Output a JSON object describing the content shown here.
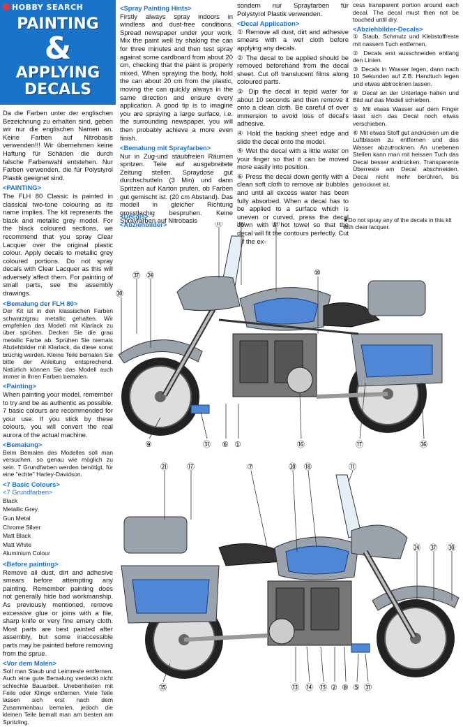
{
  "brand": {
    "name": "HOBBY SEARCH"
  },
  "title": {
    "line1": "PAINTING",
    "line2": "&",
    "line3": "APPLYING",
    "line4": "DECALS"
  },
  "col1": {
    "intro": "Da die Farben unter der englischen Bezeichnung zu erhalten sind, geben wir nur die englischen Namen an. Keine Farben auf Nitrobasis verwenden!!! Wir übernehmen keine Haftung für Schäden die durch falsche Farbenwahl entstehen. Nur Farben verwenden, die für Polystyrol Plastik geeignet sind.",
    "painting_head": "<PAINTING>",
    "painting_text": "The FLH 80 Classic is painted in classical two-tone colouring as its name implies. The kit represents the black and metallic grey model. For the black coloured sections, we recommend that you spray Clear Lacquer over the original plastic colour. Apply decals to metallic grey coloured portions. Do not spray decals with Clear Lacquer as this will adversely affect them. For painting of small parts, see the assembly drawings.",
    "bemalung_flh_head": "<Bemalung der FLH 80>",
    "bemalung_flh_text": "Der Kit ist in den klassischen Farben schwarz/grau metallic gehalten. Wir empfehlen das Modell mit Klarlack zu über sprühen. Decken Sie die grau metallic Farbe ab. Sprühen Sie niemals Abziehbilder mit Klarlack, da diese sonst brüchig werden. Kleine Teile bemalen Sie bitte der Anleitung entsprechend. Natürlich können Sie das Modell auch immer in Ihren Farben bemalen.",
    "painting2_head": "<Painting>",
    "painting2_text": "When painting your model, remember to try and be as authentic as possible. 7 basic colours are recommended for your use. If you stick by these colours, you will convert the real aurora of the actual machine.",
    "bemalung_head": "<Bemalung>",
    "bemalung_text": "Beim Bemalen des Modelles soll man versuchen, so genau wie möglich zu sein. 7 Grundfarben werden benötigt, für eine \"echte\" Harley-Davidson.",
    "basic_head": "<7 Basic Colours>",
    "basic_head_de": "<7 Grundfarben>",
    "colours": [
      "Black",
      "Metallic Grey",
      "Gun Metal",
      "Chrome Silver",
      "Matt Black",
      "Matt White",
      "Aluminium Colour"
    ],
    "before_head": "<Before painting>",
    "before_text": "Remove all dust, dirt and adhesive smears before attempting any painting. Remember painting does not generally hide bad workmanship. As previously mentioned, remove excessive glue or joins with a file, sharp knife or very fine emery cloth. Most parts are best painted after assembly, but some inaccessible parts may be painted before removing from the sprue.",
    "vor_head": "<Vor dem Malen>",
    "vor_text": "Soll man Staub und Leimreste entfernen. Auch eine gute Bemalung verdeckt nicht schlechte Bauarbeit. Unebenheiten mit Feile oder Klinge entfernen. Viele Teile lassen sich erst nach dem Zusammenbau bemalen, jedoch die kleinen Teile bemalt man am besten am Spritzling."
  },
  "col2": {
    "spray_head": "<Spray Painting Hints>",
    "spray_text": "Firstly always spray indoors in windless and dust-free conditions. Spread newspaper under your work. Mix the paint well by shaking the can for three minutes and then test spray against some cardboard from about 20 cm, checking that the paint is properly mixed. When spraying the body, hold the can about 20 cm from the plastic, moving the can quickly always in the same direction and ensure every application. A good tip is to imagine you are spraying a large surface, i.e. the surrounding newspaper, you will then probably achieve a more even finish.",
    "sprayfarben_head": "<Bemalung mit Sprayfarben>",
    "sprayfarben_text": "Nur in Zug-und staubfreien Räumen spritzen. Teile auf ausgebreitete Zeitung stellen. Spraydose gut durchschutteln (3 Min) und dann Spritzen auf Karton prufen, ob Farben gut gemischt ist. (20 cm Abstand). Das modell in gleicher Richtung grosstlachig bespruhen. Keine Sprayfarben auf Nitrobasis"
  },
  "col3": {
    "top_text": "sondern nur Sprayfarben für Polystyrol Plastik verwenden.",
    "decal_head": "<Decal Application>",
    "decal_steps": [
      "① Remove all dust, dirt and adhesive smears with a wet cloth before applying any decals.",
      "② The decal to be applied should be removed beforehand from the decal sheet. Cut off translucent films along coloured parts.",
      "③ Dip the decal in tepid water for about 10 seconds and then remove it onto a clean cloth. Be careful of over immersion to avoid loss of decal's adhesive.",
      "④ Hold the backing sheet edge and slide the decal onto the model.",
      "⑤ Wet the decal with a little water on your finger so that it can be moved more easily into position.",
      "⑥ Press the decal down gently with a clean soft cloth to remove air bubbles and until all excess water has been fully absorbed. When a decal has to be applied to a surface which is uneven or curved, press the decal down with a hot towel so that the decal will fit the contours perfectly. Cut off the ex-"
    ]
  },
  "col4": {
    "top_text": "cess transparent portion around each decal. The decal must then not be touched until dry.",
    "abz_head": "<Abziehbilder-Decals>",
    "abz_steps": [
      "① Staub, Schmutz und Klebstoffreste mit nassem Tuch entfernen.",
      "② Decals erst ausschneiden entlang den Linien.",
      "③ Decals in Wasser legen, dann nach 10 Sekunden auf Z.B. Handtuch legen und etwas abtrocknen lassen.",
      "④ Decal an der Unterlage halten und Bild auf das Modell schieben.",
      "⑤ Mit etwas Wasser auf dem Finger lässt sich das Decal noch etwas verschieben.",
      "⑥ Mit etwas Stoff gut andrücken um die Luftblasen zu entfernen und das Wasser abzutrocknen. An unebenen Stellen kann man mit heissen Tuch das Decal besser andrücken. Transparente Überreste am Decal abschneiden. Decal nicht mehr berühren, bis getrocknet ist."
    ]
  },
  "decals_section": {
    "head": "<Decals>",
    "head_de": "<Abziehbilder>",
    "note": "★Do not spray any of the decals in this kit with clear lacquer."
  },
  "diagram_top": {
    "callouts": [
      "⑪",
      "⑱",
      "⑲",
      "⑩",
      "㉚",
      "㊲",
      "㉔",
      "⑨",
      "㉛",
      "⑥",
      "①",
      "⑯",
      "⑰",
      "㊱"
    ]
  },
  "diagram_bottom": {
    "callouts": [
      "㉑",
      "⑰",
      "⑦",
      "⑳",
      "⑱",
      "⑪",
      "㉔",
      "㊲",
      "㉚",
      "㉟",
      "⑬",
      "⑭",
      "⑮",
      "②",
      "⑧",
      "⑤",
      "㉛"
    ]
  },
  "colors": {
    "accent": "#1873c9",
    "decal_blue": "#4f86d6",
    "metal_grey": "#9aa3ab"
  }
}
